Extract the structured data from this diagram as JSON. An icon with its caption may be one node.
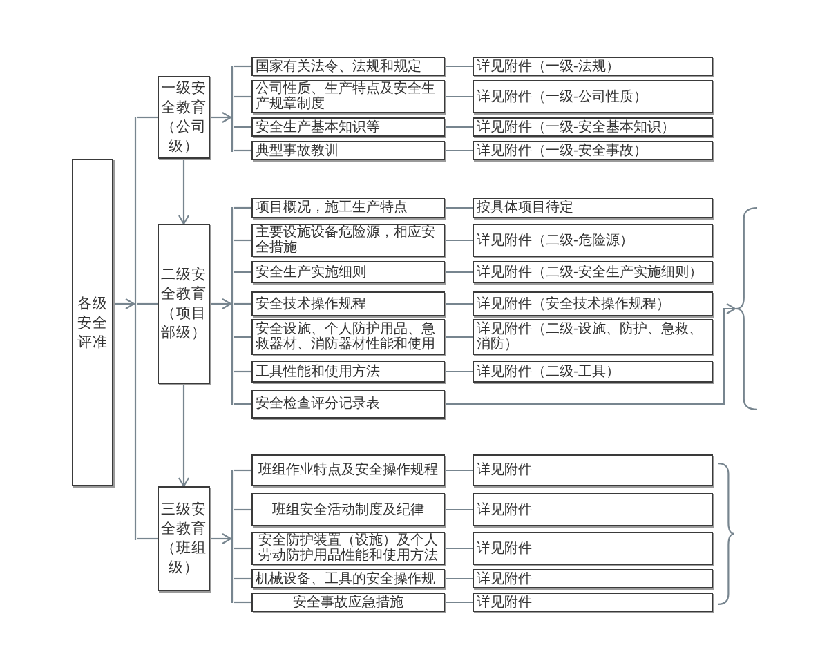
{
  "diagram": {
    "nodes": [
      {
        "text": [
          "各级安全评准"
        ]
      },
      {
        "text": [
          "一级安全教育（公司级）"
        ]
      },
      {
        "text": [
          "国家有关法令、法规和规定"
        ]
      },
      {
        "text": [
          "详见附件（一级-法规）"
        ]
      },
      {
        "text": [
          "公司性质、生产特点及安全生产规章制度"
        ]
      },
      {
        "text": [
          "详见附件（一级-公司性质）"
        ]
      },
      {
        "text": [
          "安全生产基本知识等"
        ]
      },
      {
        "text": [
          "详见附件（一级-安全基本知识）"
        ]
      },
      {
        "text": [
          "典型事故教训"
        ]
      },
      {
        "text": [
          "详见附件（一级-安全事故）"
        ]
      },
      {
        "text": [
          "二级安全教育（项目部级）"
        ]
      },
      {
        "text": [
          "项目概况，施工生产特点"
        ]
      },
      {
        "text": [
          "按具体项目待定"
        ]
      },
      {
        "text": [
          "主要设施设备危险源，相应安全措施"
        ]
      },
      {
        "text": [
          "详见附件（二级-危险源）"
        ]
      },
      {
        "text": [
          "安全生产实施细则"
        ]
      },
      {
        "text": [
          "详见附件（二级-安全生产实施细则）"
        ]
      },
      {
        "text": [
          "安全技术操作规程"
        ]
      },
      {
        "text": [
          "详见附件（安全技术操作规程）"
        ]
      },
      {
        "text": [
          "安全设施、个人防护用品、急救器材、消防器材性能和使用"
        ]
      },
      {
        "text": [
          "详见附件（二级-设施、防护、急救、消防）"
        ]
      },
      {
        "text": [
          "工具性能和使用方法"
        ]
      },
      {
        "text": [
          "详见附件（二级-工具）"
        ]
      },
      {
        "text": [
          "安全检查评分记录表"
        ]
      },
      {
        "text": [],
        "shape": "brace"
      },
      {
        "text": [
          "三级安全教育（班组级）"
        ]
      },
      {
        "text": [
          "班组作业特点及安全操作规程"
        ]
      },
      {
        "text": [
          "详见附件"
        ]
      },
      {
        "text": [
          "班组安全活动制度及纪律"
        ]
      },
      {
        "text": [
          "详见附件"
        ]
      },
      {
        "text": [
          "安全防护装置（设施）及个人劳动防护用品性能和使用方法"
        ]
      },
      {
        "text": [
          "详见附件"
        ]
      },
      {
        "text": [
          "机械设备、工具的安全操作规"
        ]
      },
      {
        "text": [
          "详见附件"
        ]
      },
      {
        "text": [
          "安全事故应急措施"
        ]
      },
      {
        "text": [
          "详见附件"
        ]
      },
      {
        "text": [],
        "shape": "brace"
      },
      {
        "text": [],
        "shape": "bar"
      },
      {
        "text": [],
        "shape": "bar"
      },
      {
        "text": [],
        "shape": "bar"
      },
      {
        "text": [],
        "shape": "bar"
      }
    ],
    "edges": [
      {
        "from": 0,
        "to": 37,
        "arrow": "to"
      },
      {
        "from": 37,
        "to": 1,
        "arrow": "none"
      },
      {
        "from": 37,
        "to": 10,
        "arrow": "none"
      },
      {
        "from": 37,
        "to": 25,
        "arrow": "none"
      },
      {
        "from": 1,
        "to": 10,
        "arrow": "to"
      },
      {
        "from": 10,
        "to": 25,
        "arrow": "to"
      },
      {
        "from": 1,
        "to": 38,
        "arrow": "to"
      },
      {
        "from": 38,
        "to": 2,
        "arrow": "none"
      },
      {
        "from": 38,
        "to": 4,
        "arrow": "none"
      },
      {
        "from": 38,
        "to": 6,
        "arrow": "none"
      },
      {
        "from": 38,
        "to": 8,
        "arrow": "none"
      },
      {
        "from": 2,
        "to": 3,
        "arrow": "none"
      },
      {
        "from": 4,
        "to": 5,
        "arrow": "none"
      },
      {
        "from": 6,
        "to": 7,
        "arrow": "none"
      },
      {
        "from": 8,
        "to": 9,
        "arrow": "none"
      },
      {
        "from": 10,
        "to": 39,
        "arrow": "to"
      },
      {
        "from": 39,
        "to": 11,
        "arrow": "none"
      },
      {
        "from": 39,
        "to": 13,
        "arrow": "none"
      },
      {
        "from": 39,
        "to": 15,
        "arrow": "none"
      },
      {
        "from": 39,
        "to": 17,
        "arrow": "none"
      },
      {
        "from": 39,
        "to": 19,
        "arrow": "none"
      },
      {
        "from": 39,
        "to": 21,
        "arrow": "none"
      },
      {
        "from": 39,
        "to": 23,
        "arrow": "none"
      },
      {
        "from": 11,
        "to": 12,
        "arrow": "none"
      },
      {
        "from": 13,
        "to": 14,
        "arrow": "none"
      },
      {
        "from": 15,
        "to": 16,
        "arrow": "none"
      },
      {
        "from": 17,
        "to": 18,
        "arrow": "none"
      },
      {
        "from": 19,
        "to": 20,
        "arrow": "none"
      },
      {
        "from": 21,
        "to": 22,
        "arrow": "none"
      },
      {
        "from": 23,
        "to": 24,
        "arrow": "to"
      },
      {
        "from": 25,
        "to": 40,
        "arrow": "to"
      },
      {
        "from": 40,
        "to": 26,
        "arrow": "none"
      },
      {
        "from": 40,
        "to": 28,
        "arrow": "none"
      },
      {
        "from": 40,
        "to": 30,
        "arrow": "none"
      },
      {
        "from": 40,
        "to": 32,
        "arrow": "none"
      },
      {
        "from": 40,
        "to": 34,
        "arrow": "none"
      },
      {
        "from": 26,
        "to": 27,
        "arrow": "none"
      },
      {
        "from": 28,
        "to": 29,
        "arrow": "none"
      },
      {
        "from": 30,
        "to": 31,
        "arrow": "none"
      },
      {
        "from": 32,
        "to": 33,
        "arrow": "none"
      },
      {
        "from": 34,
        "to": 35,
        "arrow": "none"
      }
    ]
  }
}
